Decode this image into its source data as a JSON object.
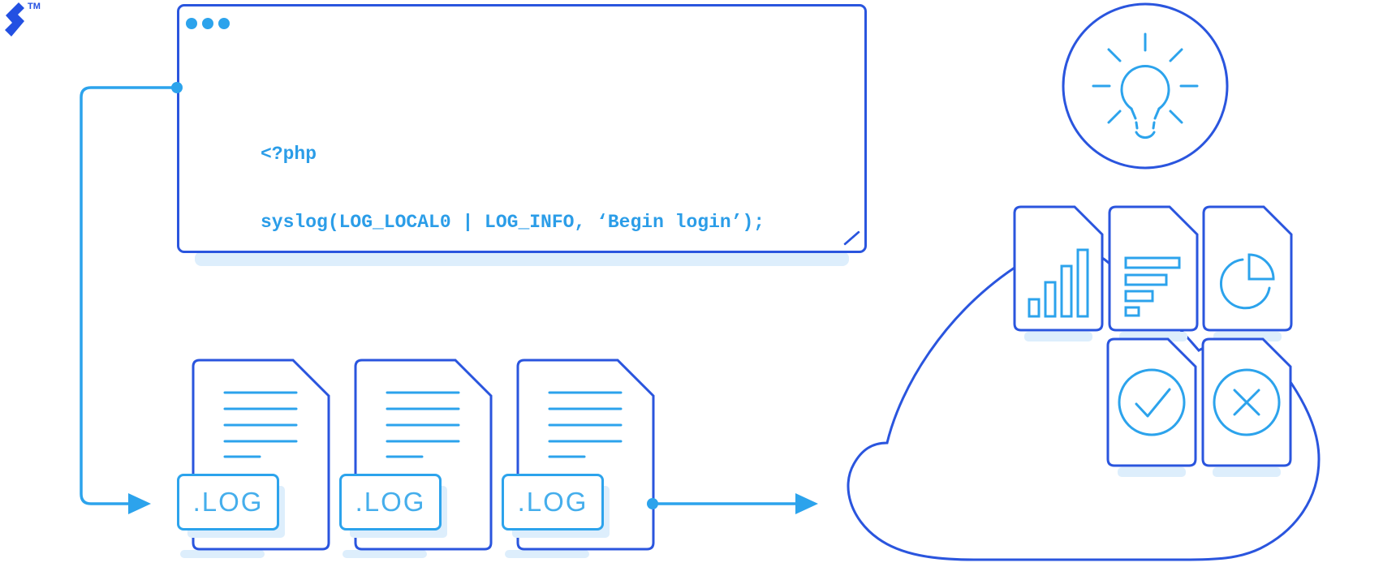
{
  "logo": {
    "trademark": "TM",
    "icon": "toptal-logo"
  },
  "code_window": {
    "dots": 3,
    "lines": [
      "<?php",
      "syslog(LOG_LOCAL0 | LOG_INFO, ‘Begin login’);"
    ]
  },
  "log_files": {
    "items": [
      {
        "label": ".LOG",
        "icon": "log-file-icon"
      },
      {
        "label": ".LOG",
        "icon": "log-file-icon"
      },
      {
        "label": ".LOG",
        "icon": "log-file-icon"
      }
    ]
  },
  "cloud": {
    "icon": "cloud-icon",
    "documents": [
      {
        "icon": "bar-chart-doc-icon"
      },
      {
        "icon": "horizontal-bar-chart-doc-icon"
      },
      {
        "icon": "pie-chart-doc-icon"
      },
      {
        "icon": "check-circle-doc-icon"
      },
      {
        "icon": "x-circle-doc-icon"
      }
    ]
  },
  "idea_badge": {
    "icon": "lightbulb-icon"
  },
  "colors": {
    "primary_blue": "#2a55de",
    "accent_blue": "#2ca3ec",
    "code_blue": "#2b9de8",
    "shadow_blue": "#ddeefc",
    "logo_blue": "#2350e2"
  }
}
